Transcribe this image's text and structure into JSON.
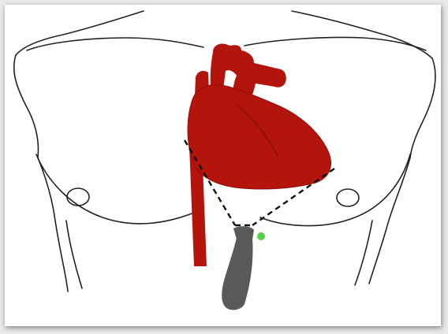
{
  "figure": {
    "description_visible_text": "",
    "colors": {
      "background": "#ffffff",
      "frame_shadow": "#e9e9e9",
      "outline": "#222222",
      "heart": "#b3140c",
      "heart_shadow": "#8f0f09",
      "probe": "#595959",
      "probe_marker": "#55d24a",
      "scan_sector": "#111111"
    },
    "elements": {
      "torso": "torso-outline",
      "heart": "heart",
      "aorta": "descending-aorta",
      "probe": "ultrasound-probe",
      "marker": "probe-orientation-marker",
      "sector": "imaging-sector"
    }
  }
}
